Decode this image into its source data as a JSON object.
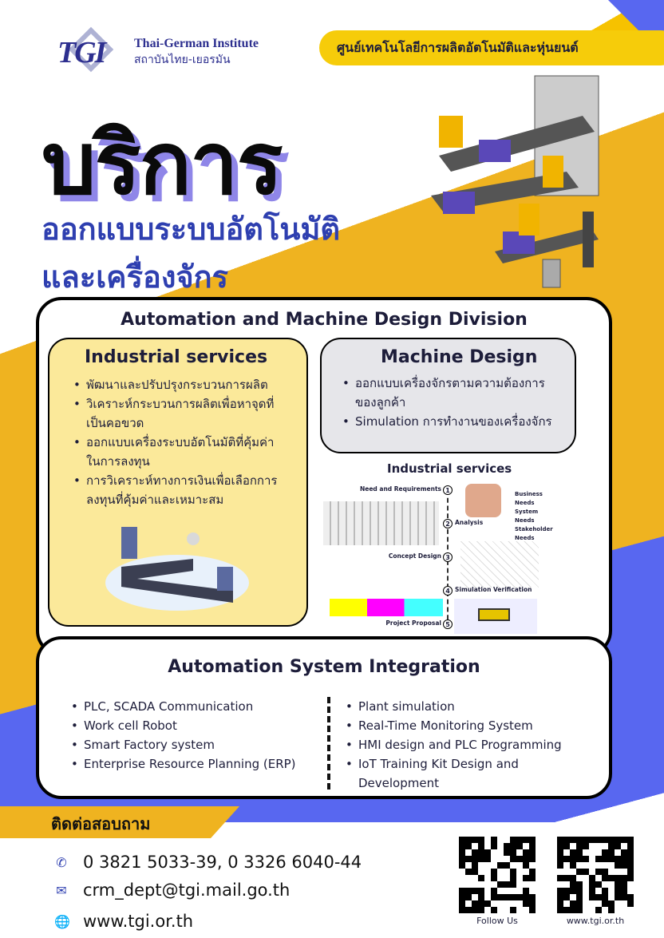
{
  "header": {
    "logo_en": "Thai-German Institute",
    "logo_th": "สถาบันไทย-เยอรมัน",
    "logo_mark": "TGI",
    "center_pill": "ศูนย์เทคโนโลยีการผลิตอัตโนมัติและหุ่นยนต์"
  },
  "hero": {
    "title": "บริการ",
    "subtitle_line1": "ออกแบบระบบอัตโนมัติ",
    "subtitle_line2": "และเครื่องจักร"
  },
  "division": {
    "title": "Automation and Machine Design Division",
    "industrial": {
      "title": "Industrial services",
      "items": [
        "พัฒนาและปรับปรุงกระบวนการผลิต",
        "วิเคราะห์กระบวนการผลิตเพื่อหาจุดที่เป็นคอขวด",
        "ออกแบบเครื่องระบบอัตโนมัติที่คุ้มค่าในการลงทุน",
        "การวิเคราะห์ทางการเงินเพื่อเลือกการลงทุนที่คุ้มค่าและเหมาะสม"
      ]
    },
    "machine": {
      "title": "Machine Design",
      "items": [
        "ออกแบบเครื่องจักรตามความต้องการของลูกค้า",
        "Simulation การทำงานของเครื่องจักร"
      ]
    },
    "diagram": {
      "title": "Industrial services",
      "steps": [
        {
          "n": "1",
          "label": "Need and Requirements"
        },
        {
          "n": "2",
          "label": "Analysis"
        },
        {
          "n": "3",
          "label": "Concept Design"
        },
        {
          "n": "4",
          "label": "Simulation Verification"
        },
        {
          "n": "5",
          "label": "Project Proposal"
        }
      ],
      "needs": [
        "Business Needs",
        "System Needs",
        "Stakeholder Needs"
      ]
    }
  },
  "integration": {
    "title": "Automation System Integration",
    "left": [
      "PLC, SCADA Communication",
      "Work cell Robot",
      "Smart Factory system",
      "Enterprise Resource Planning (ERP)"
    ],
    "right": [
      "Plant simulation",
      "Real-Time Monitoring System",
      "HMI design and PLC Programming",
      "IoT Training Kit Design and Development"
    ]
  },
  "contact": {
    "heading": "ติดต่อสอบถาม",
    "phone": "0 3821 5033-39, 0 3326 6040-44",
    "email": "crm_dept@tgi.mail.go.th",
    "web": "www.tgi.or.th",
    "qr1_label": "Follow Us",
    "qr2_label": "www.tgi.or.th"
  },
  "colors": {
    "blue": "#5867f0",
    "yellow": "#efb320",
    "accent_text": "#2e3fb0",
    "panel_yellow": "#fbe99a",
    "panel_gray": "#e6e6ea"
  }
}
